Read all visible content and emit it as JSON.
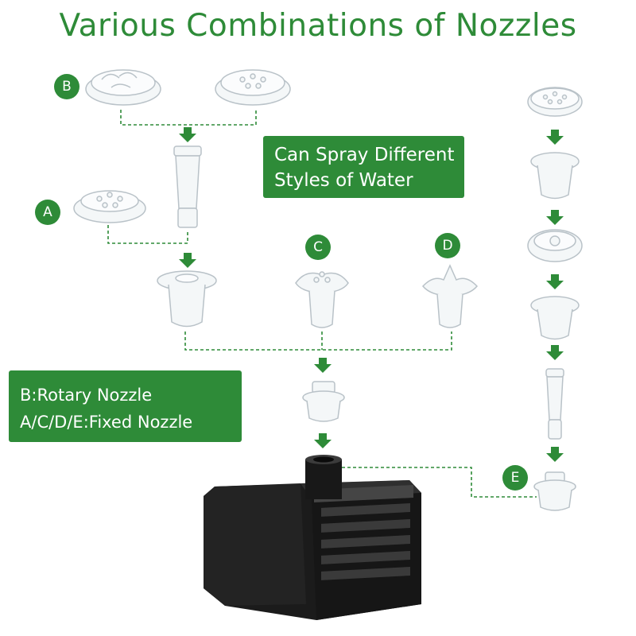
{
  "title": "Various Combinations of Nozzles",
  "spray_note": {
    "line1": "Can Spray Different",
    "line2": "Styles of Water"
  },
  "nozzle_types": {
    "line1": "B:Rotary Nozzle",
    "line2": "A/C/D/E:Fixed Nozzle"
  },
  "markers": {
    "a": "A",
    "b": "B",
    "c": "C",
    "d": "D",
    "e": "E"
  },
  "colors": {
    "accent": "#2e8b38",
    "pump": "#1b1b1b",
    "nozzle_outline": "#b9c2c8"
  }
}
